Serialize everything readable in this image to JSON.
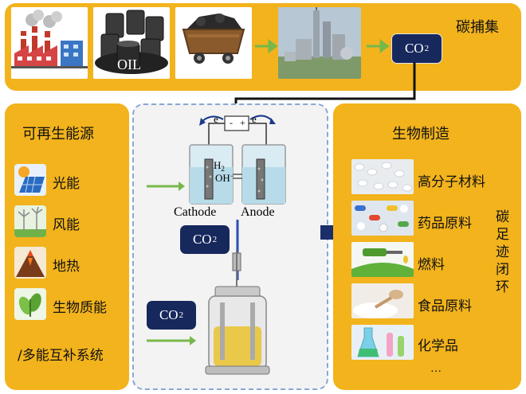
{
  "colors": {
    "panel_orange": "#f2b31c",
    "co2_navy": "#17285d",
    "arrow_green": "#77b84a",
    "arrow_blue": "#1a2e6b",
    "dashed_border": "#8aa6d6"
  },
  "capture": {
    "label": "碳捕集",
    "oil_label": "OIL",
    "co2": {
      "text": "CO",
      "sub": "2"
    }
  },
  "left_panel": {
    "title": "可再生能源",
    "items": [
      {
        "label": "光能",
        "icon": "solar-panel-icon"
      },
      {
        "label": "风能",
        "icon": "wind-turbine-icon"
      },
      {
        "label": "地热",
        "icon": "volcano-icon"
      },
      {
        "label": "生物质能",
        "icon": "leaves-icon"
      }
    ],
    "footer": "/多能互补系统"
  },
  "center": {
    "electron_left": "e",
    "electron_right": "e",
    "minus": "-",
    "plus": "+",
    "h2_main": "H",
    "h2_sub": "2",
    "oh": "OH",
    "cathode": "Cathode",
    "anode": "Anode",
    "co2_mid": {
      "text": "CO",
      "sub": "2"
    },
    "co2_low": {
      "text": "CO",
      "sub": "2"
    }
  },
  "right_panel": {
    "title": "生物制造",
    "items": [
      {
        "label": "高分子材料",
        "icon": "polymer-pellets-icon"
      },
      {
        "label": "药品原料",
        "icon": "pills-icon"
      },
      {
        "label": "燃料",
        "icon": "fuel-nozzle-icon"
      },
      {
        "label": "食品原料",
        "icon": "flour-icon"
      },
      {
        "label": "化学品",
        "icon": "flask-icon"
      }
    ],
    "ellipsis": "…",
    "side_label": [
      "碳",
      "足",
      "迹",
      "闭",
      "环"
    ]
  }
}
